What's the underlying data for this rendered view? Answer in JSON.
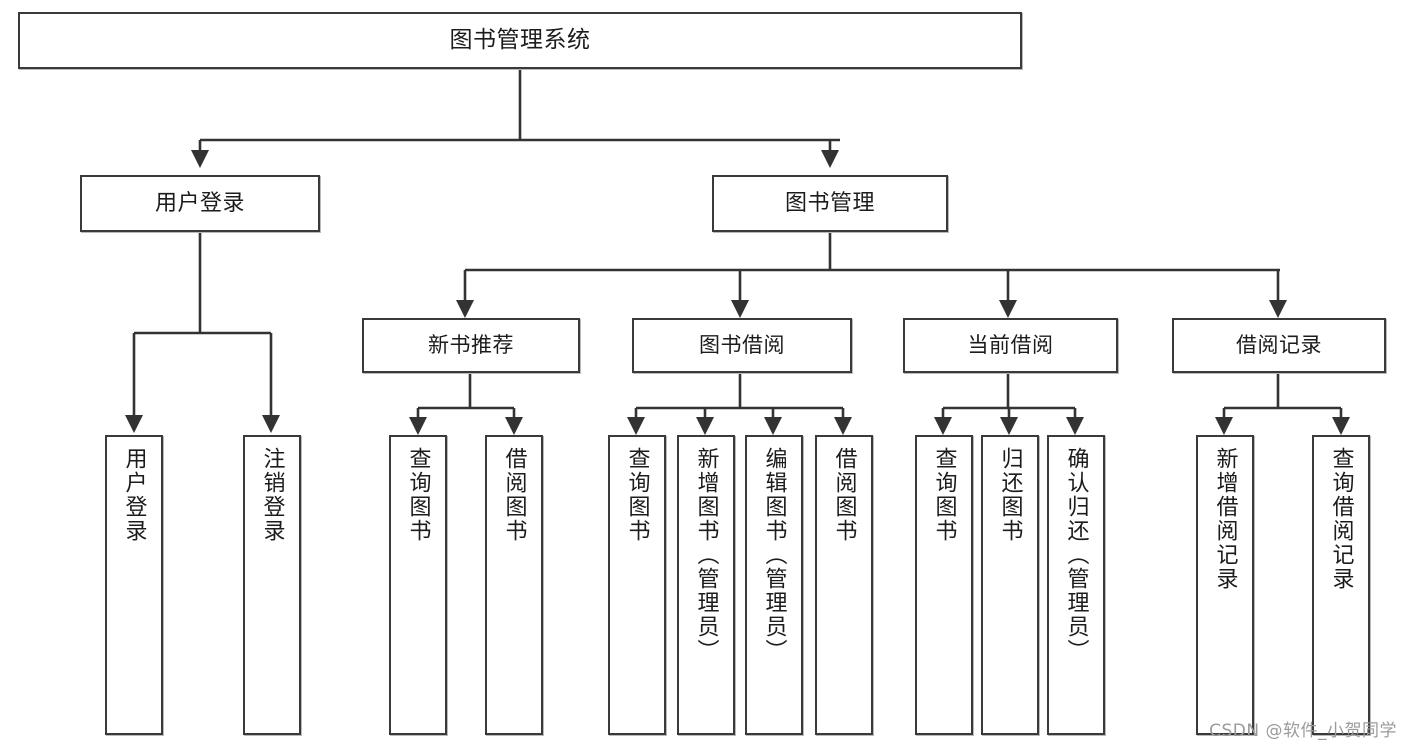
{
  "diagram": {
    "title": "图书管理系统",
    "type": "hierarchy-tree",
    "root": {
      "id": "root",
      "label": "图书管理系统"
    },
    "level2": [
      {
        "id": "user-login",
        "label": "用户登录"
      },
      {
        "id": "book-manage",
        "label": "图书管理"
      }
    ],
    "level3": [
      {
        "id": "new-book-rec",
        "label": "新书推荐"
      },
      {
        "id": "book-borrow",
        "label": "图书借阅"
      },
      {
        "id": "current-borrow",
        "label": "当前借阅"
      },
      {
        "id": "borrow-record",
        "label": "借阅记录"
      }
    ],
    "leaves": {
      "user_login": [
        {
          "id": "leaf-user-login",
          "label": "用户登录"
        },
        {
          "id": "leaf-user-logout",
          "label": "注销登录"
        }
      ],
      "new_book_rec": [
        {
          "id": "leaf-query-book-1",
          "label": "查询图书"
        },
        {
          "id": "leaf-borrow-book-1",
          "label": "借阅图书"
        }
      ],
      "book_borrow": [
        {
          "id": "leaf-query-book-2",
          "label": "查询图书"
        },
        {
          "id": "leaf-add-book",
          "label": "新增图书（管理员）"
        },
        {
          "id": "leaf-edit-book",
          "label": "编辑图书（管理员）"
        },
        {
          "id": "leaf-borrow-book-2",
          "label": "借阅图书"
        }
      ],
      "current_borrow": [
        {
          "id": "leaf-query-book-3",
          "label": "查询图书"
        },
        {
          "id": "leaf-return-book",
          "label": "归还图书"
        },
        {
          "id": "leaf-confirm-return",
          "label": "确认归还（管理员）"
        }
      ],
      "borrow_record": [
        {
          "id": "leaf-add-record",
          "label": "新增借阅记录"
        },
        {
          "id": "leaf-query-record",
          "label": "查询借阅记录"
        }
      ]
    },
    "colors": {
      "border": "#3a3a3a",
      "background": "#ffffff",
      "text": "#1c1c1c",
      "connector": "#333333",
      "watermark": "#9b9b9b"
    }
  },
  "watermark": {
    "text": "CSDN @软件_小贺同学"
  }
}
